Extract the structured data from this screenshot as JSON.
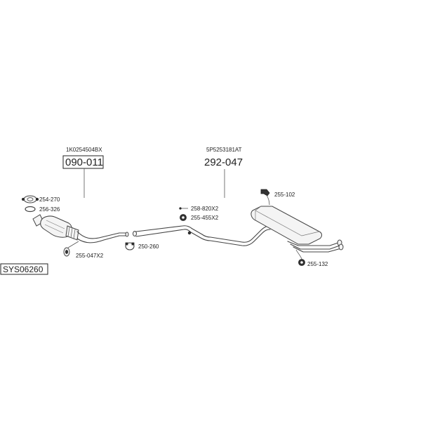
{
  "diagram": {
    "system_code": "SYS06260",
    "front_section": {
      "oem_number": "1K0254504BX",
      "part_number": "090-011"
    },
    "rear_section": {
      "oem_number": "5P5253181AT",
      "part_number": "292-047"
    },
    "parts": {
      "gasket_top": "254-270",
      "gasket_ring": "256-326",
      "clamp_front": "255-047X2",
      "clamp_mid": "250-260",
      "mount_a": "258-820X2",
      "mount_b": "255-455X2",
      "hanger_top": "255-102",
      "hanger_rear": "255-132"
    }
  }
}
